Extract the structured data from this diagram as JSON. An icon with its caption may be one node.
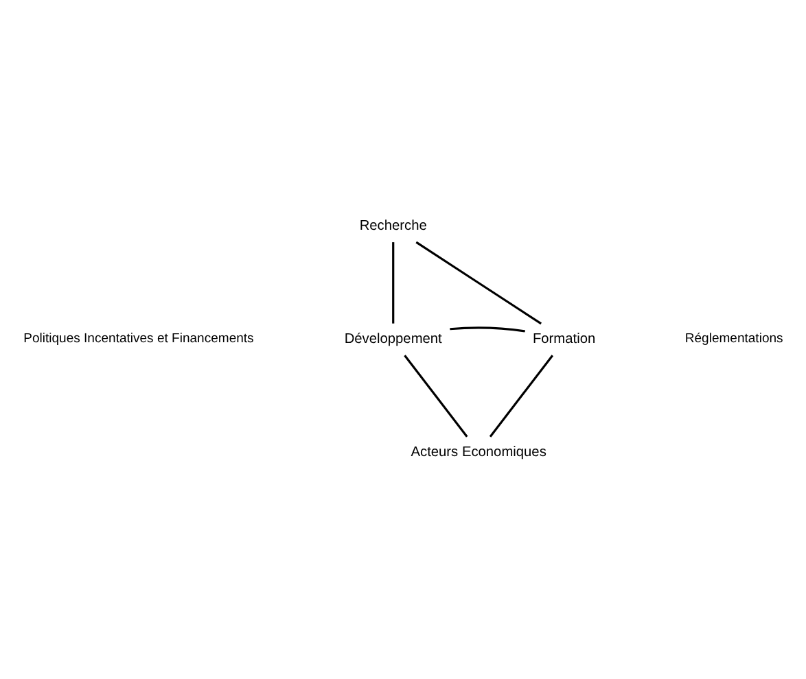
{
  "diagram": {
    "nodes": [
      {
        "text": [
          "Recherche"
        ]
      },
      {
        "text": [
          "Développement"
        ]
      },
      {
        "text": [
          "Formation"
        ]
      },
      {
        "text": [
          "Acteurs Economiques"
        ]
      }
    ],
    "edges": [
      {
        "from": 0,
        "to": 1,
        "arrow": "none"
      },
      {
        "from": 0,
        "to": 2,
        "arrow": "none"
      },
      {
        "from": 1,
        "to": 2,
        "arrow": "none"
      },
      {
        "from": 1,
        "to": 3,
        "arrow": "none"
      },
      {
        "from": 2,
        "to": 3,
        "arrow": "none"
      }
    ],
    "labels": [
      "Politiques Incentatives et Financements",
      "Réglementations"
    ]
  }
}
